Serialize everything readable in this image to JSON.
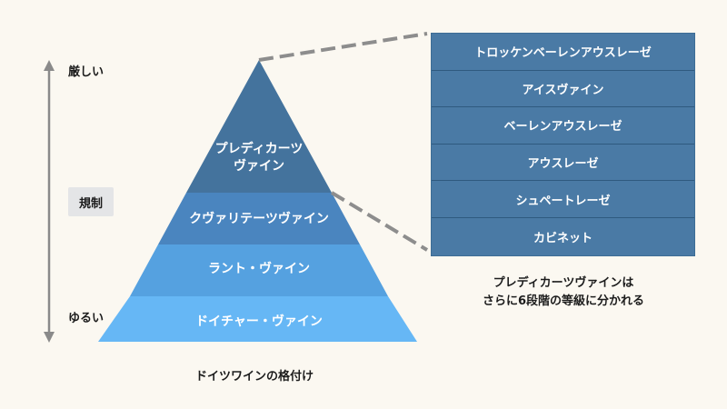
{
  "axis": {
    "top_label": "厳しい",
    "middle_label": "規制",
    "bottom_label": "ゆるい"
  },
  "pyramid": {
    "tiers": [
      {
        "label": "プレディカーツ\nヴァイン",
        "color": "#44739d"
      },
      {
        "label": "クヴァリテーツヴァイン",
        "color": "#4a85bf"
      },
      {
        "label": "ラント・ヴァイン",
        "color": "#55a1e0"
      },
      {
        "label": "ドイチャー・ヴァイン",
        "color": "#66b7f5"
      }
    ]
  },
  "subcategories": [
    "トロッケンベーレンアウスレーゼ",
    "アイスヴァイン",
    "ベーレンアウスレーゼ",
    "アウスレーゼ",
    "シュペートレーゼ",
    "カビネット"
  ],
  "note": {
    "line1": "プレディカーツヴァインは",
    "line2": "さらに6段階の等級に分かれる"
  },
  "caption": "ドイツワインの格付け",
  "colors": {
    "background": "#fbf8f1",
    "list_fill": "#4a7aa5",
    "connector": "#8d8d8d",
    "axis_arrow": "#8a8a8a"
  }
}
